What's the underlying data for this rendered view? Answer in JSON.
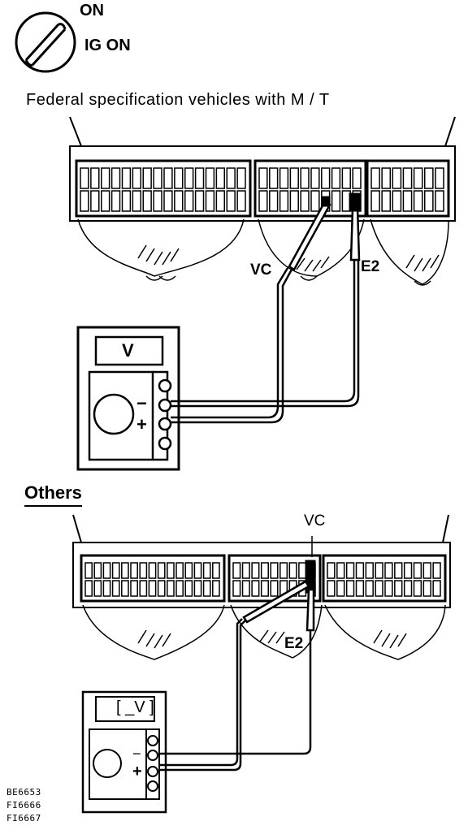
{
  "ignition": {
    "line1": "ON",
    "line2": "IG ON"
  },
  "top_diagram": {
    "caption": "Federal  specification vehicles with M / T",
    "terminal_vc": "VC",
    "terminal_e2": "E2",
    "meter_display": "V",
    "minus_sign": "−",
    "plus_sign": "+"
  },
  "bottom_diagram": {
    "caption": "Others",
    "terminal_vc": "VC",
    "terminal_e2": "E2",
    "meter_display": "[ _V ]",
    "minus_sign": "−",
    "plus_sign": "+"
  },
  "figure_codes": [
    "BE6653",
    "FI6666",
    "FI6667"
  ]
}
